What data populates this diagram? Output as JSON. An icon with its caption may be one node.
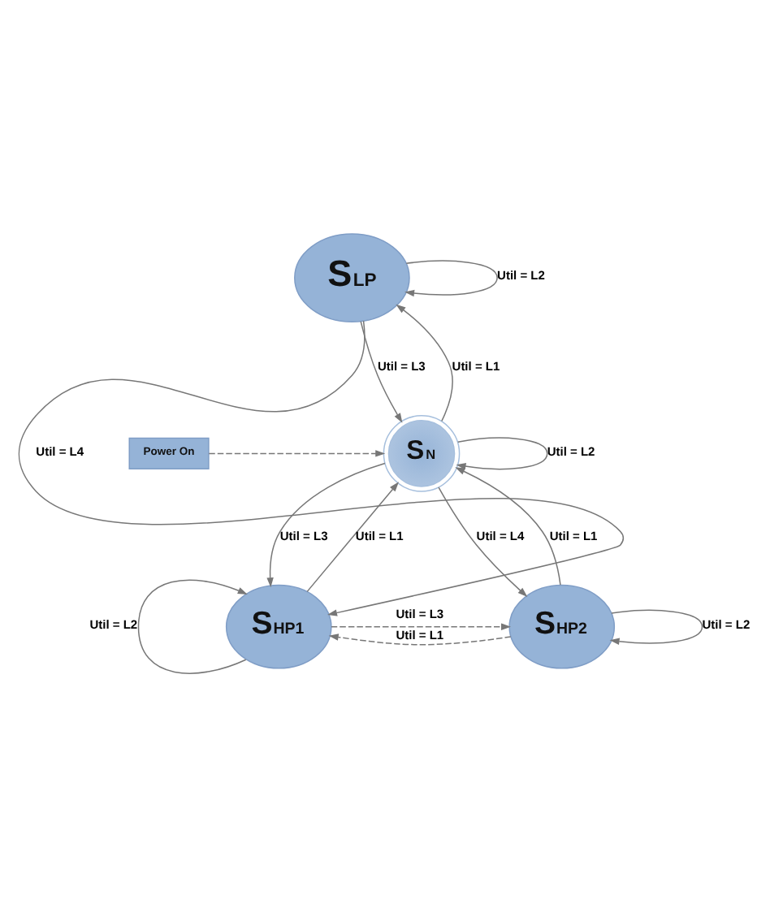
{
  "diagram": {
    "nodes": [
      {
        "text": [
          "S$_{LP}$"
        ]
      },
      {
        "text": [
          "Power On"
        ]
      },
      {
        "text": [
          "S$_{N}$"
        ]
      },
      {
        "text": [
          "S$_{HP1}$"
        ]
      },
      {
        "text": [
          "S$_{HP2}$"
        ]
      }
    ],
    "edges": [
      {
        "from": 0,
        "to": 0,
        "arrow": "to",
        "label": "Util = L2"
      },
      {
        "from": 2,
        "to": 0,
        "arrow": "to",
        "label": "Util = L1"
      },
      {
        "from": 0,
        "to": 2,
        "arrow": "to",
        "label": "Util = L3"
      },
      {
        "from": 0,
        "to": 3,
        "arrow": "to",
        "label": "Util = L4"
      },
      {
        "from": 2,
        "to": 2,
        "arrow": "to",
        "label": "Util = L2"
      },
      {
        "from": 1,
        "to": 2,
        "arrow": "to",
        "style": "dashed"
      },
      {
        "from": 3,
        "to": 2,
        "arrow": "to",
        "label": "Util = L1"
      },
      {
        "from": 2,
        "to": 3,
        "arrow": "to",
        "label": "Util = L3"
      },
      {
        "from": 2,
        "to": 4,
        "arrow": "to",
        "label": "Util = L4"
      },
      {
        "from": 4,
        "to": 2,
        "arrow": "to",
        "label": "Util = L1"
      },
      {
        "from": 3,
        "to": 4,
        "arrow": "to",
        "label": "Util = L3",
        "style": "dashed"
      },
      {
        "from": 4,
        "to": 3,
        "arrow": "to",
        "label": "Util = L1",
        "style": "dashed"
      },
      {
        "from": 3,
        "to": 3,
        "arrow": "to",
        "label": "Util = L2"
      },
      {
        "from": 4,
        "to": 4,
        "arrow": "to",
        "label": "Util = L2"
      }
    ]
  }
}
